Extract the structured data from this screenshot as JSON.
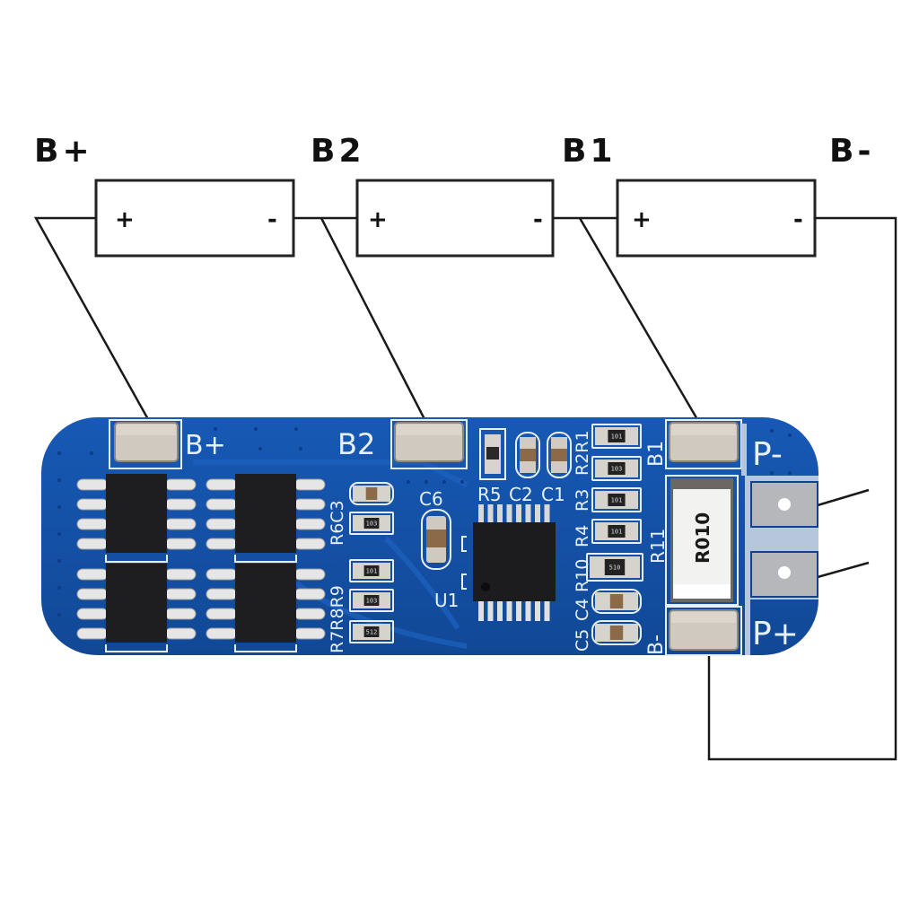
{
  "diagram": {
    "title": "3S BMS protection board wiring diagram",
    "terminal_labels": [
      {
        "id": "b_plus",
        "text": "B+"
      },
      {
        "id": "b2",
        "text": "B2"
      },
      {
        "id": "b1",
        "text": "B1"
      },
      {
        "id": "b_minus",
        "text": "B-"
      }
    ],
    "cells": [
      {
        "id": "cell-1",
        "positive": "+",
        "negative": "-"
      },
      {
        "id": "cell-2",
        "positive": "+",
        "negative": "-"
      },
      {
        "id": "cell-3",
        "positive": "+",
        "negative": "-"
      }
    ],
    "connections": [
      {
        "from": "B+",
        "to": "pad-b-plus"
      },
      {
        "from": "B2",
        "to": "pad-b2"
      },
      {
        "from": "B1",
        "to": "pad-b1"
      },
      {
        "from": "B-",
        "to": "pad-b-minus"
      }
    ]
  },
  "board": {
    "colors": {
      "pcb": "#1551a8",
      "pcb_dark": "#0e3f8a",
      "silkscreen": "#e8f0fb",
      "pad": "#c9c4bb",
      "chip": "#1c1c1e",
      "tab": "#b7b9bc"
    },
    "silk_labels": {
      "b_plus": "B+",
      "b2": "B2",
      "b1": "B1",
      "b_minus": "B-",
      "p_minus": "P-",
      "p_plus": "P+",
      "c6": "C6",
      "u1": "U1",
      "r5": "R5",
      "c2": "C2",
      "c1": "C1",
      "r6c3": "R6C3",
      "r7r8r9": "R7R8R9",
      "r2r1": "R2R1",
      "r3": "R3",
      "r4": "R4",
      "r10": "R10",
      "c4": "C4",
      "c5": "C5",
      "r11": "R11"
    },
    "shunt_resistor_marking": "R010",
    "smd_markings": [
      "101",
      "103",
      "512",
      "510",
      "103"
    ]
  }
}
